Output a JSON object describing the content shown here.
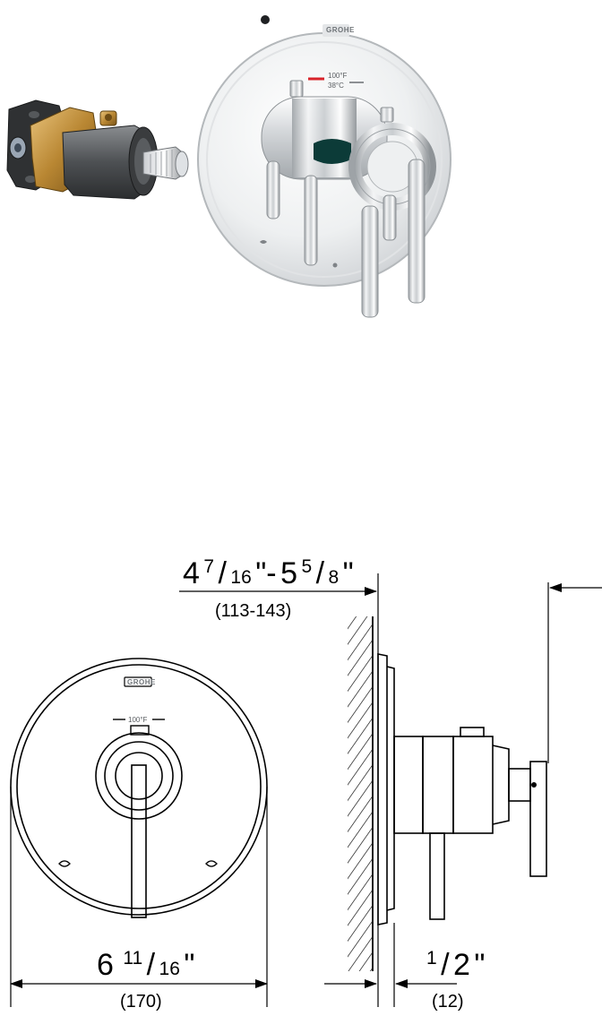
{
  "photo": {
    "brand_logo": "GROHE",
    "temp_f": "100°F",
    "temp_c": "38°C"
  },
  "drawing": {
    "front_logo_mark": "GROHE",
    "front_temp_mark": "100°F"
  },
  "dimensions": {
    "depth": {
      "whole_a": "4",
      "sup_a": "7",
      "sub_a": "16",
      "quote_a": "\"-",
      "whole_b": "5",
      "sup_b": "5",
      "sub_b": "8",
      "quote_b": "\"",
      "metric": "(113-143)"
    },
    "plate": {
      "whole": "6",
      "sup": "11",
      "sub": "16",
      "quote": "\"",
      "metric": "(170)"
    },
    "offset": {
      "sup": "1",
      "sub": "2",
      "quote": "\"",
      "metric": "(12)"
    }
  }
}
